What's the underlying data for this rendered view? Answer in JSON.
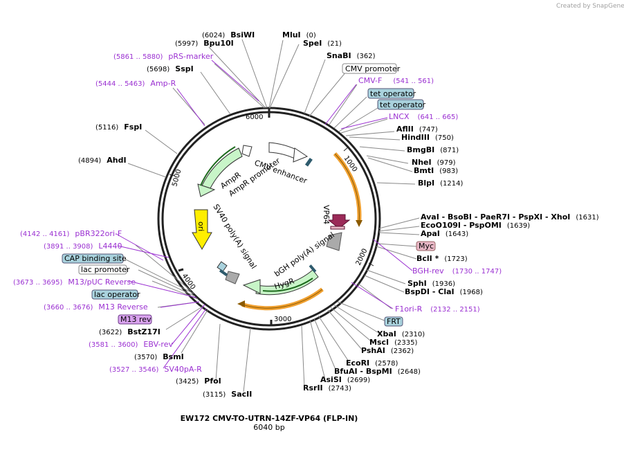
{
  "brand": {
    "text": "Created by SnapGene"
  },
  "title": {
    "name": "EW172 CMV-TO-UTRN-14ZF-VP64 (FLP-IN)",
    "size": "6040 bp"
  },
  "plasmid": {
    "length": 6040
  },
  "ticks": [
    "1000",
    "2000",
    "3000",
    "4000",
    "5000",
    "6000"
  ],
  "restriction_sites": [
    {
      "name": "MluI",
      "pos": "(0)"
    },
    {
      "name": "SpeI",
      "pos": "(21)"
    },
    {
      "name": "SnaBI",
      "pos": "(362)"
    },
    {
      "name": "AflII",
      "pos": "(747)"
    },
    {
      "name": "HindIII",
      "pos": "(750)"
    },
    {
      "name": "BmgBI",
      "pos": "(871)"
    },
    {
      "name": "NheI",
      "pos": "(979)"
    },
    {
      "name": "BmtI",
      "pos": "(983)"
    },
    {
      "name": "BlpI",
      "pos": "(1214)"
    },
    {
      "name": "AvaI - BsoBI - PaeR7I - PspXI - XhoI",
      "pos": "(1631)"
    },
    {
      "name": "EcoO109I - PspOMI",
      "pos": "(1639)"
    },
    {
      "name": "ApaI",
      "pos": "(1643)"
    },
    {
      "name": "BclI *",
      "pos": "(1723)"
    },
    {
      "name": "SphI",
      "pos": "(1936)"
    },
    {
      "name": "BspDI - ClaI",
      "pos": "(1968)"
    },
    {
      "name": "XbaI",
      "pos": "(2310)"
    },
    {
      "name": "MscI",
      "pos": "(2335)"
    },
    {
      "name": "PshAI",
      "pos": "(2362)"
    },
    {
      "name": "EcoRI",
      "pos": "(2578)"
    },
    {
      "name": "BfuAI - BspMI",
      "pos": "(2648)"
    },
    {
      "name": "AsiSI",
      "pos": "(2699)"
    },
    {
      "name": "RsrII",
      "pos": "(2743)"
    },
    {
      "name": "SacII",
      "pos": "(3115)"
    },
    {
      "name": "PfoI",
      "pos": "(3425)"
    },
    {
      "name": "BsmI",
      "pos": "(3570)"
    },
    {
      "name": "BstZ17I",
      "pos": "(3622)"
    },
    {
      "name": "AhdI",
      "pos": "(4894)"
    },
    {
      "name": "FspI",
      "pos": "(5116)"
    },
    {
      "name": "SspI",
      "pos": "(5698)"
    },
    {
      "name": "Bpu10I",
      "pos": "(5997)"
    },
    {
      "name": "BsiWI",
      "pos": "(6024)"
    }
  ],
  "primers": [
    {
      "name": "CMV-F",
      "pos": "(541 .. 561)"
    },
    {
      "name": "LNCX",
      "pos": "(641 .. 665)"
    },
    {
      "name": "BGH-rev",
      "pos": "(1730 .. 1747)"
    },
    {
      "name": "F1ori-R",
      "pos": "(2132 .. 2151)"
    },
    {
      "name": "SV40pA-R",
      "pos": "(3527 .. 3546)"
    },
    {
      "name": "EBV-rev",
      "pos": "(3581 .. 3600)"
    },
    {
      "name": "M13 Reverse",
      "pos": "(3660 .. 3676)"
    },
    {
      "name": "M13/pUC Reverse",
      "pos": "(3673 .. 3695)"
    },
    {
      "name": "L4440",
      "pos": "(3891 .. 3908)"
    },
    {
      "name": "pBR322ori-F",
      "pos": "(4142 .. 4161)"
    },
    {
      "name": "Amp-R",
      "pos": "(5444 .. 5463)"
    },
    {
      "name": "pRS-marker",
      "pos": "(5861 .. 5880)"
    }
  ],
  "boxed_features": [
    {
      "name": "CMV promoter",
      "style": "white"
    },
    {
      "name": "tet operator",
      "style": "blue"
    },
    {
      "name": "tet operator",
      "style": "blue"
    },
    {
      "name": "Myc",
      "style": "pink"
    },
    {
      "name": "FRT",
      "style": "blue"
    },
    {
      "name": "M13 rev",
      "style": "purple"
    },
    {
      "name": "lac operator",
      "style": "blue"
    },
    {
      "name": "lac promoter",
      "style": "white"
    },
    {
      "name": "CAP binding site",
      "style": "blue"
    }
  ],
  "map_features": [
    {
      "name": "CMV enhancer"
    },
    {
      "name": "AmpR"
    },
    {
      "name": "AmpR promoter"
    },
    {
      "name": "ori"
    },
    {
      "name": "SV40 poly(A) signal"
    },
    {
      "name": "VP64"
    },
    {
      "name": "bGH poly(A) signal"
    },
    {
      "name": "HygR"
    }
  ],
  "colors": {
    "primer": "#9a2fd1",
    "backbone": "#222222",
    "ampr": "#c8f5c8",
    "ori": "#ffee00",
    "orange_arc": "#f0a030",
    "feature_blue": "#a9d2dd",
    "feature_pink": "#e8b7c6",
    "feature_purple": "#d9a3ee"
  }
}
